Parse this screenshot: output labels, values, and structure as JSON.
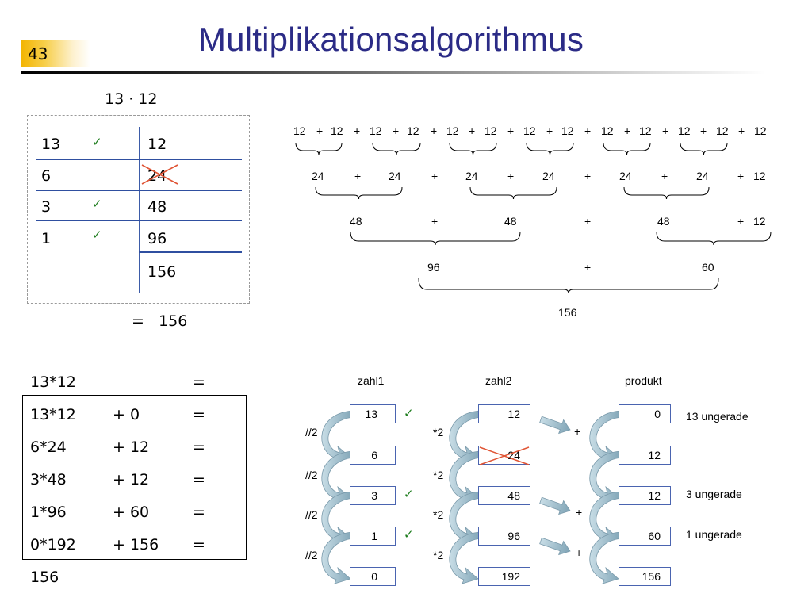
{
  "page_number": "43",
  "title": "Multiplikationsalgorithmus",
  "top_left": {
    "expression": "13 · 12",
    "rows": [
      {
        "left": "13",
        "right": "12",
        "check": true
      },
      {
        "left": "6",
        "right": "24",
        "check": false
      },
      {
        "left": "3",
        "right": "48",
        "check": true
      },
      {
        "left": "1",
        "right": "96",
        "check": true
      }
    ],
    "sum": "156",
    "result": "=   156"
  },
  "brace_tree": {
    "row1": [
      "12",
      "+",
      "12",
      "+",
      "12",
      "+",
      "12",
      "+",
      "12",
      "+",
      "12",
      "+",
      "12",
      "+",
      "12",
      "+",
      "12",
      "+",
      "12",
      "+",
      "12",
      "+",
      "12",
      "+",
      "12"
    ],
    "row2": [
      "24",
      "+",
      "24",
      "+",
      "24",
      "+",
      "24",
      "+",
      "24",
      "+",
      "24",
      "+",
      "12"
    ],
    "row3": [
      "48",
      "+",
      "48",
      "+",
      "48",
      "+",
      "12"
    ],
    "row4": [
      "96",
      "+",
      "60"
    ],
    "total": "156"
  },
  "equations": {
    "header": {
      "expr": "13*12",
      "eq": "="
    },
    "rows": [
      {
        "expr": "13*12",
        "add": "+ 0",
        "eq": "="
      },
      {
        "expr": "6*24",
        "add": "+ 12",
        "eq": "="
      },
      {
        "expr": "3*48",
        "add": "+ 12",
        "eq": "="
      },
      {
        "expr": "1*96",
        "add": "+ 60",
        "eq": "="
      },
      {
        "expr": "0*192",
        "add": "+ 156",
        "eq": "="
      }
    ],
    "result": "156"
  },
  "flow": {
    "headers": {
      "zahl1": "zahl1",
      "zahl2": "zahl2",
      "produkt": "produkt"
    },
    "zahl1": [
      "13",
      "6",
      "3",
      "1",
      "0"
    ],
    "zahl1_checks": [
      true,
      false,
      true,
      true,
      false
    ],
    "zahl1_op": "//2",
    "zahl2": [
      "12",
      "24",
      "48",
      "96",
      "192"
    ],
    "zahl2_op": "*2",
    "produkt": [
      "0",
      "12",
      "12",
      "60",
      "156"
    ],
    "plus": "+",
    "notes": [
      "13 ungerade",
      "3 ungerade",
      "1 ungerade"
    ]
  },
  "colors": {
    "title": "#2b2b86",
    "check": "#1e7d1e",
    "cross": "#e05535",
    "rules": "#2f4fa0",
    "arrow": "#9fbcc9"
  }
}
